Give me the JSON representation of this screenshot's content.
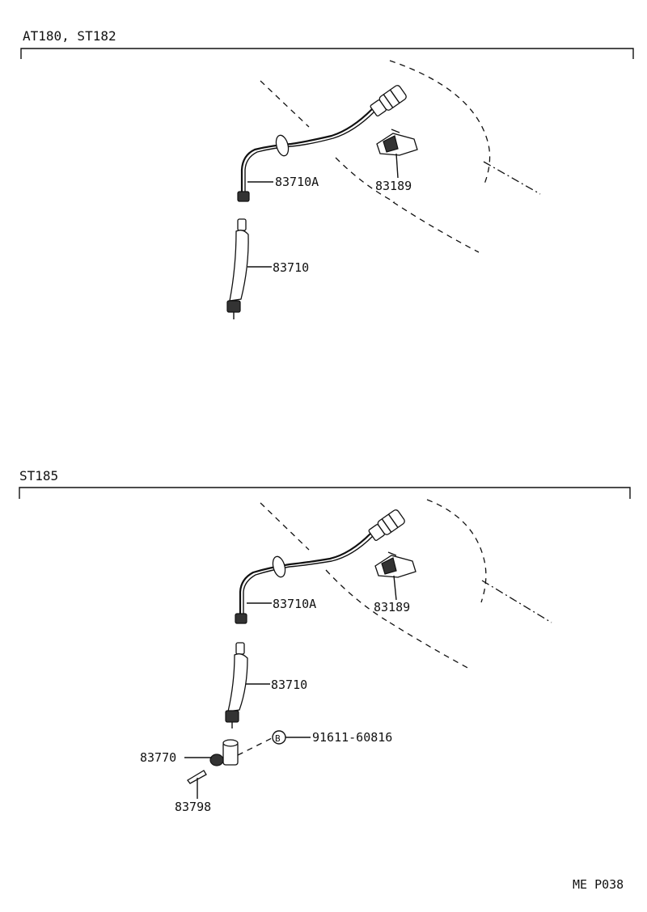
{
  "sections": [
    {
      "model_label": "AT180, ST182",
      "labels": {
        "cable_upper": "83710A",
        "cable_lower": "83710",
        "clamp": "83189"
      }
    },
    {
      "model_label": "ST185",
      "labels": {
        "cable_upper": "83710A",
        "cable_lower": "83710",
        "clamp": "83189",
        "bolt_marker": "B",
        "bolt_part": "91611-60816",
        "driven_gear": "83770",
        "pin": "83798"
      }
    }
  ],
  "footer": {
    "code": "ME P038"
  }
}
